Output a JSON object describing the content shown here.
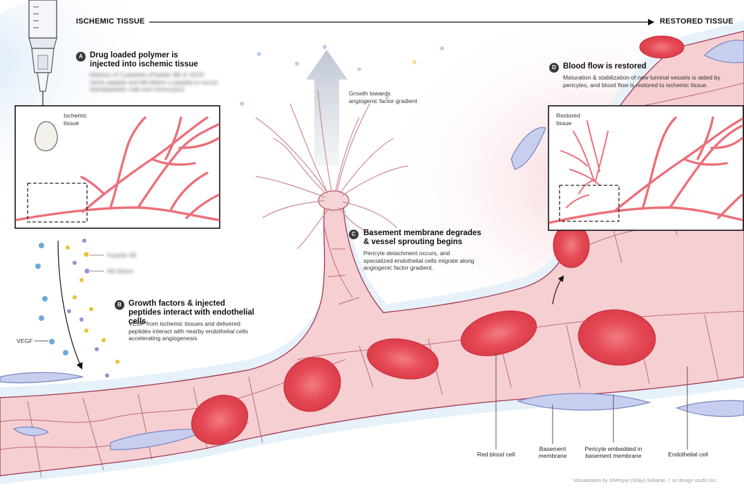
{
  "header": {
    "left_label": "ISCHEMIC TISSUE",
    "right_label": "RESTORED TISSUE"
  },
  "steps": [
    {
      "badge": "A",
      "title": "Drug loaded polymer is injected into ischemic tissue",
      "body": "Delivery of 3 peptides (Peptide 3B) & VEGF mimic peptide and MA-Matrix a peptide to recruit hematopoietic cells and monocytes)"
    },
    {
      "badge": "B",
      "title": "Growth factors & injected peptides interact with endothelial cells",
      "body": "VEGF from ischemic tissues and delivered peptides interact with nearby endothelial cells accelerating angiogenesis"
    },
    {
      "badge": "C",
      "title": "Basement membrane degrades & vessel sprouting begins",
      "body": "Pericyte detachment occurs, and specialized endothelial cells migrate along angiogenic factor gradient."
    },
    {
      "badge": "D",
      "title": "Blood flow is restored",
      "body": "Maturation & stabilization of new luminal vessels is aided by pericytes, and blood flow is restored to ischemic tissue."
    }
  ],
  "insets": {
    "ischemic_label": "Ischemic tissue",
    "restored_label": "Restored tissue"
  },
  "labels": {
    "growth": "Growth towards angiogenic factor gradient",
    "vegf": "VEGF",
    "peptide_yellow": "Peptide 3B",
    "peptide_purple": "MA Matrix",
    "red_blood_cell": "Red blood cell",
    "basement_membrane": "Basement membrane",
    "pericyte": "Pericyte embedded in basement membrane",
    "endothelial": "Endothelial cell"
  },
  "credit": "Visualization by Shehryar (Shay) Saharan  |  ss design studio Inc.",
  "colors": {
    "vessel": "#f4c3c6",
    "rbc": "#e8454f",
    "pericyte": "#b9c3e6",
    "vegf": "#6fa8d6",
    "peptide_yellow": "#e8c23a",
    "peptide_purple": "#a48ad6"
  }
}
